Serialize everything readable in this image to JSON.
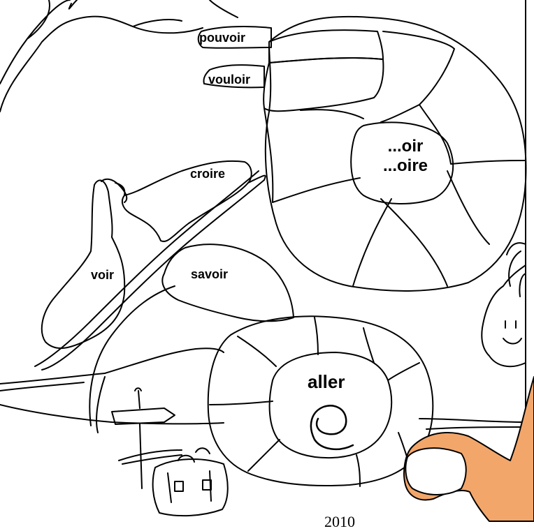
{
  "labels": {
    "pouvoir": "pouvoir",
    "vouloir": "vouloir",
    "ending_oir": "...oir",
    "ending_oire": "...oire",
    "croire": "croire",
    "voir": "voir",
    "savoir": "savoir",
    "aller": "aller"
  },
  "footer": {
    "year": "2010"
  },
  "colors": {
    "ink": "#000000",
    "paper": "#ffffff",
    "hand": "#f3a66a",
    "hand_shadow": "#d98a4e"
  },
  "icons": [
    "snail-shell-spiral",
    "signpost-arrow",
    "suitcase",
    "hand-finger",
    "smiling-face"
  ]
}
